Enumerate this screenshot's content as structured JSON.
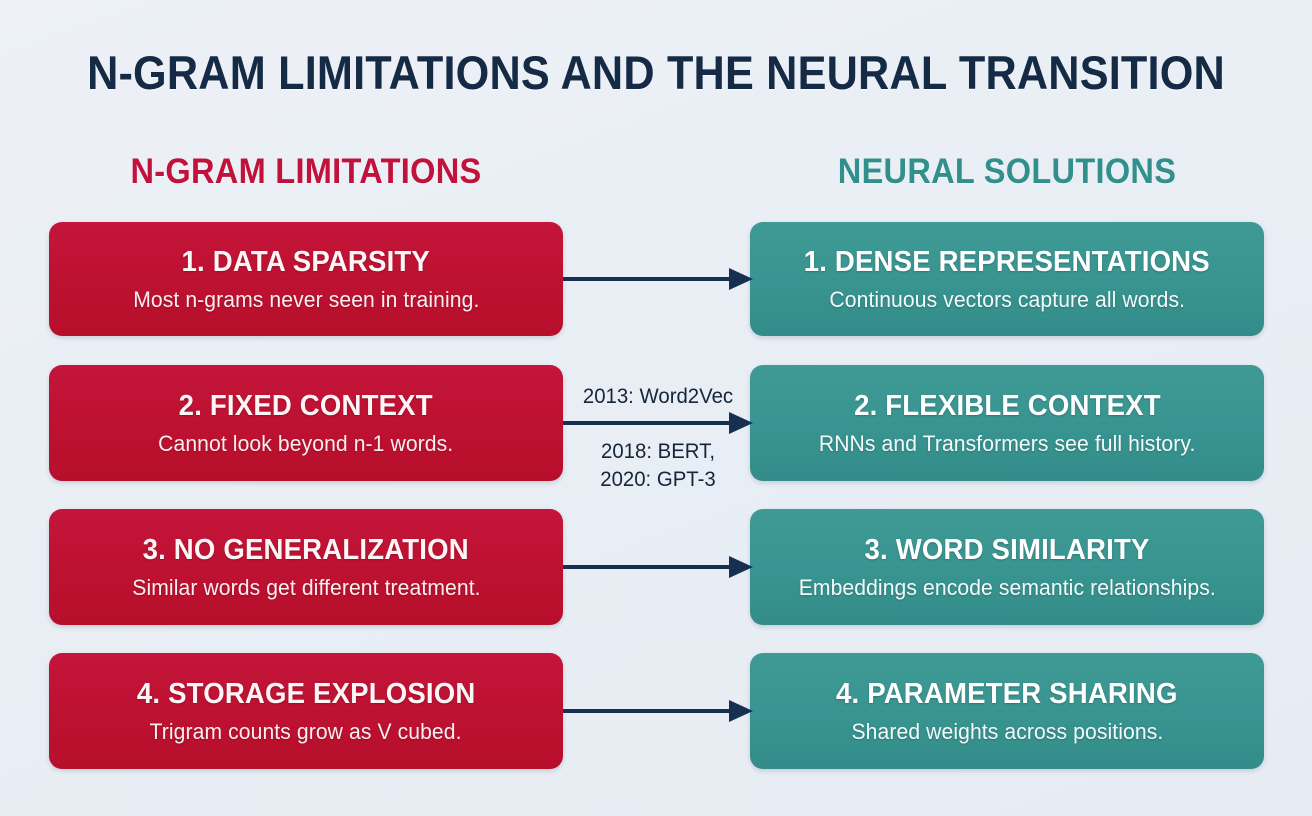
{
  "title": "N-GRAM LIMITATIONS AND THE NEURAL TRANSITION",
  "columns": {
    "left_heading": "N-GRAM LIMITATIONS",
    "right_heading": "NEURAL SOLUTIONS"
  },
  "colors": {
    "background": "#eaeff5",
    "red": "#bd1130",
    "teal": "#389490",
    "navy": "#142a45",
    "red_heading": "#c0123a",
    "teal_heading": "#32908c"
  },
  "limitations": [
    {
      "title": "1. DATA SPARSITY",
      "subtitle": "Most n-grams never seen in training."
    },
    {
      "title": "2. FIXED CONTEXT",
      "subtitle": "Cannot look beyond n-1 words."
    },
    {
      "title": "3. NO GENERALIZATION",
      "subtitle": "Similar words get different treatment."
    },
    {
      "title": "4. STORAGE EXPLOSION",
      "subtitle": "Trigram counts grow as V cubed."
    }
  ],
  "solutions": [
    {
      "title": "1. DENSE REPRESENTATIONS",
      "subtitle": "Continuous vectors capture all words."
    },
    {
      "title": "2. FLEXIBLE CONTEXT",
      "subtitle": "RNNs and Transformers see full history."
    },
    {
      "title": "3. WORD SIMILARITY",
      "subtitle": "Embeddings encode semantic relationships."
    },
    {
      "title": "4. PARAMETER SHARING",
      "subtitle": "Shared weights across positions."
    }
  ],
  "timeline": {
    "above_arrow": "2013: Word2Vec",
    "below_arrow_line1": "2018: BERT,",
    "below_arrow_line2": "2020: GPT-3"
  }
}
